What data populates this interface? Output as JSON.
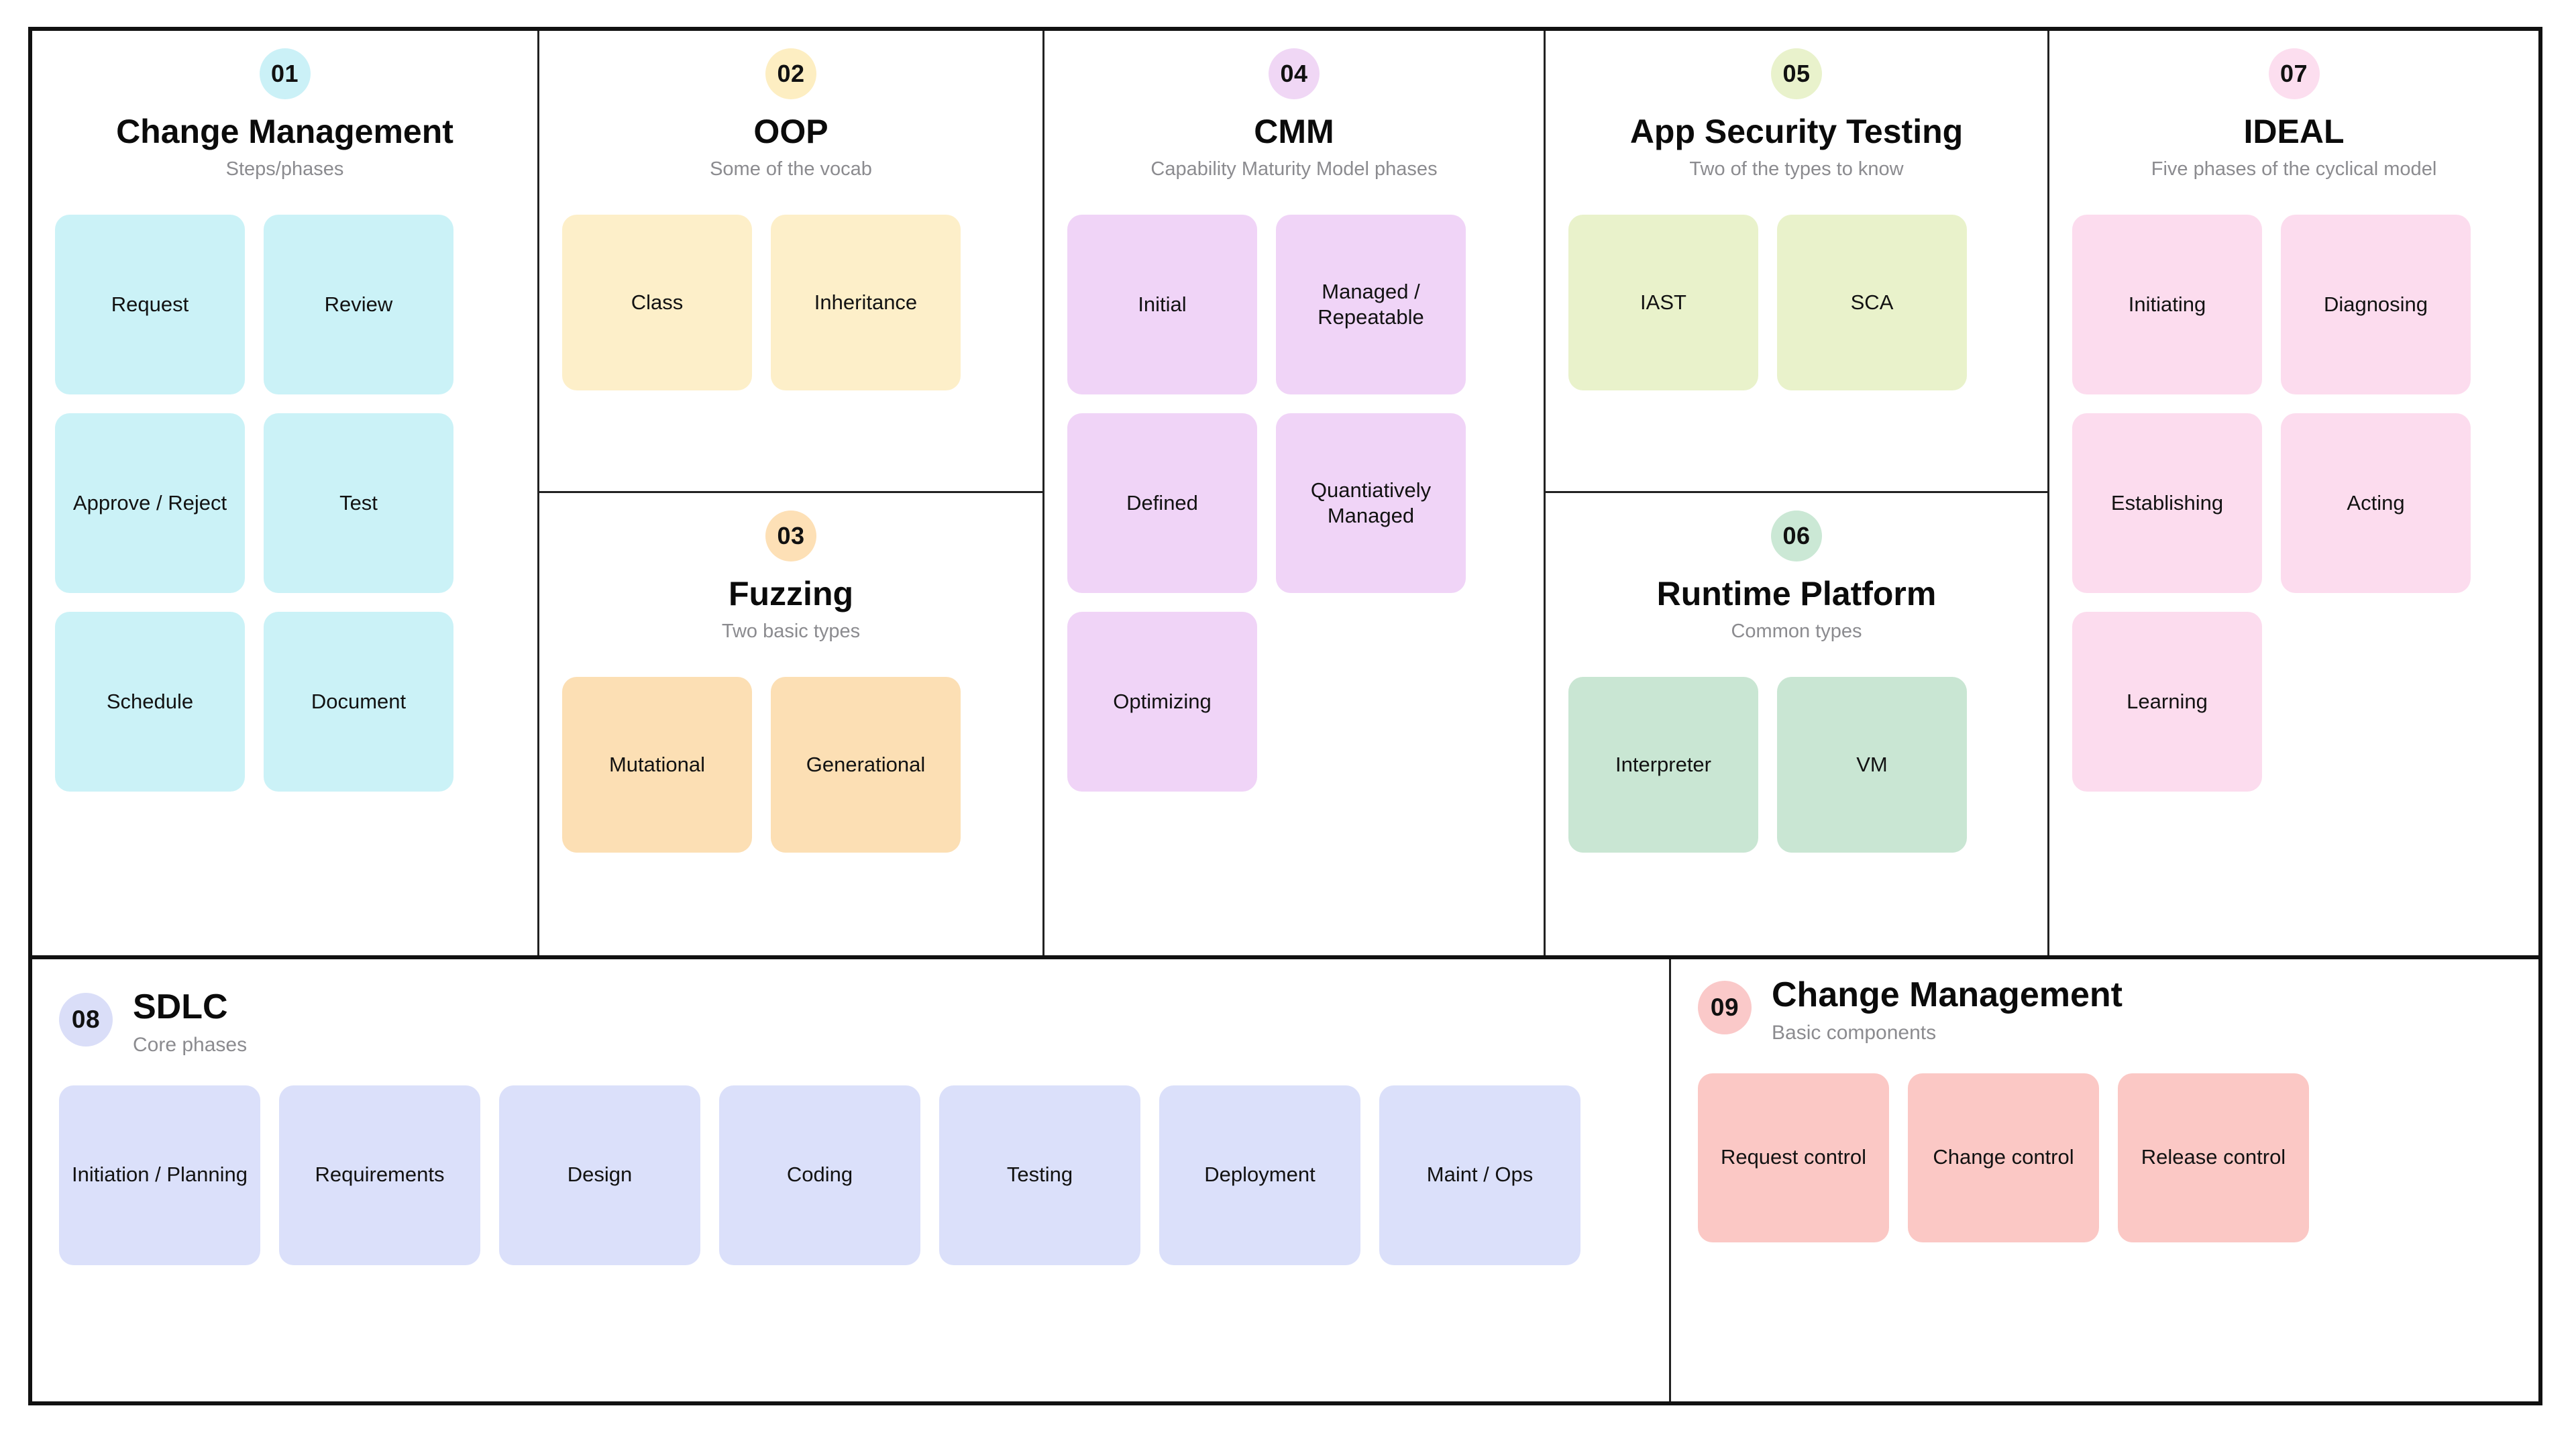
{
  "panels": [
    {
      "number": "01",
      "title": "Change Management",
      "subtitle": "Steps/phases",
      "badge_color": "#cbf1f7",
      "tile_color": "#cbf2f7",
      "layout": "centered",
      "tiles": [
        "Request",
        "Review",
        "Approve / Reject",
        "Test",
        "Schedule",
        "Document"
      ]
    },
    {
      "number": "02",
      "title": "OOP",
      "subtitle": "Some of the vocab",
      "badge_color": "#fdeec2",
      "tile_color": "#fdefc9",
      "layout": "centered",
      "tiles": [
        "Class",
        "Inheritance"
      ]
    },
    {
      "number": "03",
      "title": "Fuzzing",
      "subtitle": "Two basic types",
      "badge_color": "#fde0b6",
      "tile_color": "#fcdfb4",
      "layout": "centered",
      "tiles": [
        "Mutational",
        "Generational"
      ]
    },
    {
      "number": "04",
      "title": "CMM",
      "subtitle": "Capability Maturity Model phases",
      "badge_color": "#f0d7f5",
      "tile_color": "#f0d4f7",
      "layout": "centered",
      "tiles": [
        "Initial",
        "Managed / Repeatable",
        "Defined",
        "Quantiatively Managed",
        "Optimizing"
      ]
    },
    {
      "number": "05",
      "title": "App Security Testing",
      "subtitle": "Two of the types to know",
      "badge_color": "#e9f2cc",
      "tile_color": "#e9f2cb",
      "layout": "centered",
      "tiles": [
        "IAST",
        "SCA"
      ]
    },
    {
      "number": "06",
      "title": "Runtime Platform",
      "subtitle": "Common types",
      "badge_color": "#cbe8d5",
      "tile_color": "#c9e6d3",
      "layout": "centered",
      "tiles": [
        "Interpreter",
        "VM"
      ]
    },
    {
      "number": "07",
      "title": "IDEAL",
      "subtitle": "Five phases of the cyclical model",
      "badge_color": "#fcdeef",
      "tile_color": "#fcdcee",
      "layout": "centered",
      "tiles": [
        "Initiating",
        "Diagnosing",
        "Establishing",
        "Acting",
        "Learning"
      ]
    },
    {
      "number": "08",
      "title": "SDLC",
      "subtitle": "Core phases",
      "badge_color": "#dadef8",
      "tile_color": "#dbe0fa",
      "layout": "inline",
      "tiles": [
        "Initiation / Planning",
        "Requirements",
        "Design",
        "Coding",
        "Testing",
        "Deployment",
        "Maint / Ops"
      ]
    },
    {
      "number": "09",
      "title": "Change Management",
      "subtitle": "Basic components",
      "badge_color": "#fac9c9",
      "tile_color": "#fbc8c5",
      "layout": "inline",
      "tiles": [
        "Request control",
        "Change control",
        "Release control"
      ]
    }
  ]
}
